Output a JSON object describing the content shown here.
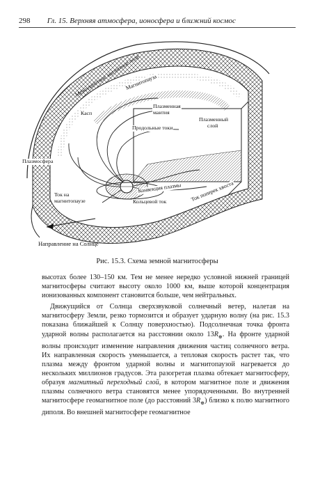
{
  "header": {
    "page_number": "298",
    "chapter": "Гл. 15. Верхняя атмосфера, ионосфера и ближний космос"
  },
  "figure": {
    "labels": {
      "imf": "Межпланетное магнитное поле",
      "magnetopause": "Магнитопауза",
      "cusp": "Касп",
      "plasma_mantle_1": "Плазменная",
      "plasma_mantle_2": "мантия",
      "plasma_layer_1": "Плазменный",
      "plasma_layer_2": "слой",
      "tail_currents": "Продольные токи",
      "plasmasphere": "Плазмосфера",
      "magnetopause_current_1": "Ток на",
      "magnetopause_current_2": "магнитопаузе",
      "plasma_convection": "Конвекция плазмы",
      "ring_current": "Кольцевой ток",
      "cross_tail_current": "Ток поперек хвоста",
      "sun_direction": "Направление на Солнце"
    },
    "caption": "Рис. 15.3. Схема земной магнитосферы"
  },
  "body": {
    "p1": "высотах более 130–150 км. Тем не менее нередко условной нижней границей магнитосферы считают высоту около 1000 км, выше которой концентрация ионизованных компонент становится больше, чем нейтральных.",
    "p2a": "Движущийся от Солнца сверхзвуковой солнечный ветер, налетая на магнитосферу Земли, резко тормозится и образует ударную волну (на рис. 15.3 показана ближайшей к Солнцу поверхностью). Подсолнечная точка фронта ударной волны располагается на расстоянии около 13",
    "p2b": ". На фронте ударной волны происходит изменение направления движения частиц солнечного ветра. Их направленная скорость уменьшается, а тепловая скорость растет так, что плазма между фронтом ударной волны и магнитопаузой нагревается до нескольких миллионов градусов. Эта разогретая плазма обтекает магнитосферу, образуя ",
    "p2_italic": "магнитный переходный слой",
    "p2c": ", в котором магнитное поле и движения плазмы солнечного ветра становятся менее упорядоченными. Во внутренней магнитосфере геомагнитное поле (до расстояний 3",
    "p2d": ") близко к полю магнитного диполя. Во внешней магнитосфере геомагнитное",
    "re_symbol": "R",
    "re_sub": "⊕"
  }
}
